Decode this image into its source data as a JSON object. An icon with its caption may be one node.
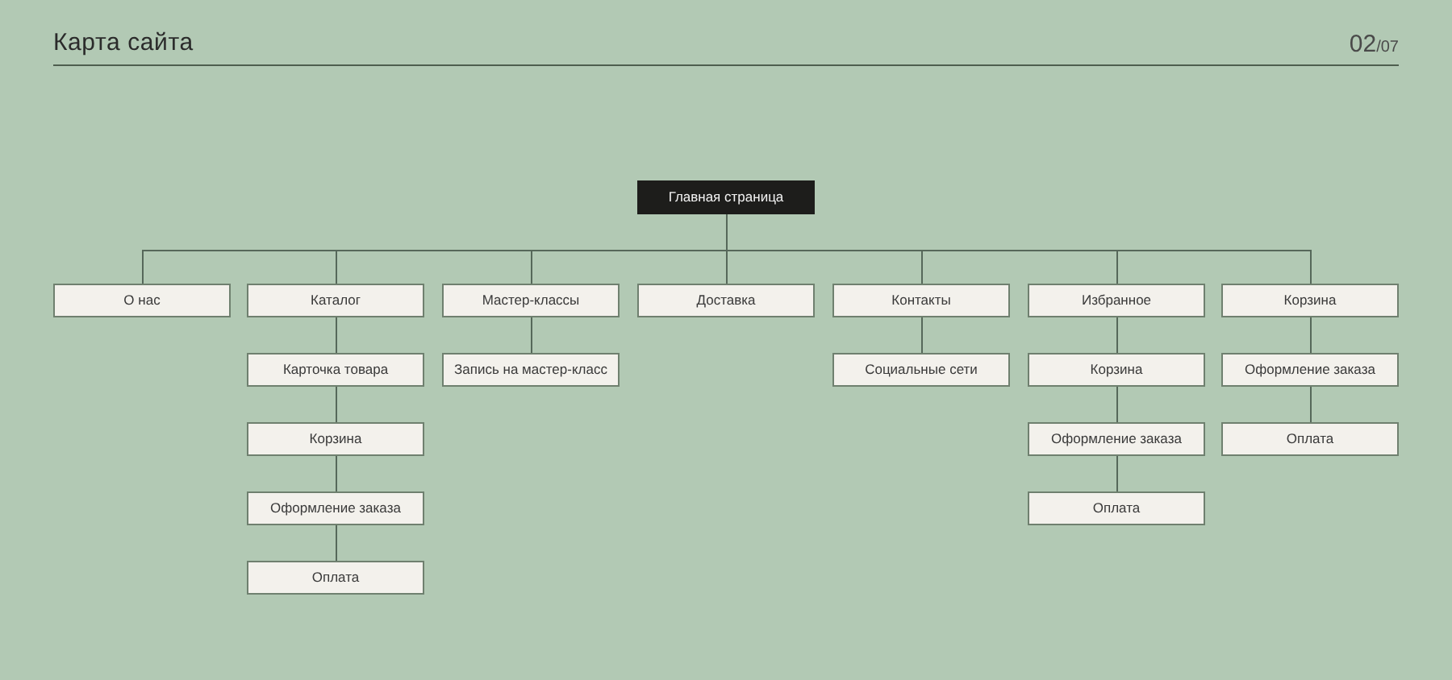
{
  "diagram": {
    "title": "Карта сайта",
    "nodes": [
      {
        "text": [
          "Главная страница"
        ]
      },
      {
        "text": [
          "О нас"
        ]
      },
      {
        "text": [
          "Каталог"
        ]
      },
      {
        "text": [
          "Мастер-классы"
        ]
      },
      {
        "text": [
          "Доставка"
        ]
      },
      {
        "text": [
          "Контакты"
        ]
      },
      {
        "text": [
          "Избранное"
        ]
      },
      {
        "text": [
          "Корзина"
        ]
      },
      {
        "text": [
          "Карточка товара"
        ]
      },
      {
        "text": [
          "Запись на мастер-класс"
        ]
      },
      {
        "text": [
          "Социальные сети"
        ]
      },
      {
        "text": [
          "Корзина"
        ]
      },
      {
        "text": [
          "Оформление заказа"
        ]
      },
      {
        "text": [
          "Корзина"
        ]
      },
      {
        "text": [
          "Оформление заказа"
        ]
      },
      {
        "text": [
          "Оплата"
        ]
      },
      {
        "text": [
          "Оформление заказа"
        ]
      },
      {
        "text": [
          "Оплата"
        ]
      },
      {
        "text": [
          "Оплата"
        ]
      }
    ],
    "edges": [
      {
        "from": 0,
        "to": 1,
        "arrow": "none"
      },
      {
        "from": 0,
        "to": 2,
        "arrow": "none"
      },
      {
        "from": 0,
        "to": 3,
        "arrow": "none"
      },
      {
        "from": 0,
        "to": 4,
        "arrow": "none"
      },
      {
        "from": 0,
        "to": 5,
        "arrow": "none"
      },
      {
        "from": 0,
        "to": 6,
        "arrow": "none"
      },
      {
        "from": 0,
        "to": 7,
        "arrow": "none"
      },
      {
        "from": 2,
        "to": 8,
        "arrow": "none"
      },
      {
        "from": 3,
        "to": 9,
        "arrow": "none"
      },
      {
        "from": 5,
        "to": 10,
        "arrow": "none"
      },
      {
        "from": 6,
        "to": 11,
        "arrow": "none"
      },
      {
        "from": 7,
        "to": 12,
        "arrow": "none"
      },
      {
        "from": 8,
        "to": 13,
        "arrow": "none"
      },
      {
        "from": 11,
        "to": 14,
        "arrow": "none"
      },
      {
        "from": 12,
        "to": 15,
        "arrow": "none"
      },
      {
        "from": 13,
        "to": 16,
        "arrow": "none"
      },
      {
        "from": 14,
        "to": 17,
        "arrow": "none"
      },
      {
        "from": 16,
        "to": 18,
        "arrow": "none"
      }
    ],
    "labels": [
      "02",
      "/07"
    ]
  }
}
